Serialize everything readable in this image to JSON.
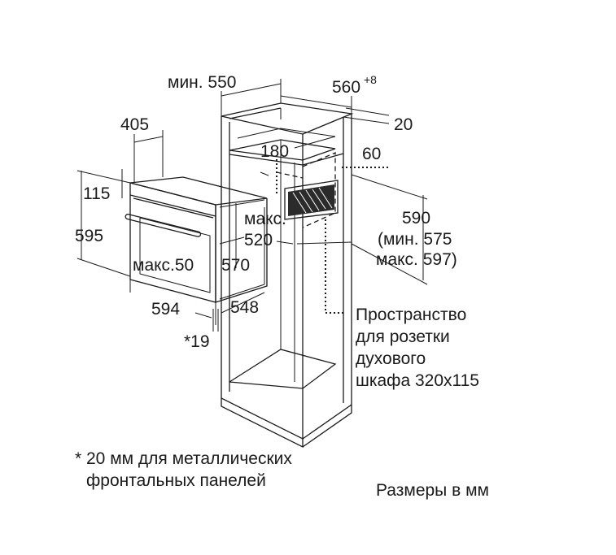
{
  "dimensions": {
    "min_550": "мин. 550",
    "w_560": "560",
    "w_560_tol": "+8",
    "d_20": "20",
    "d_405": "405",
    "d_180": "180",
    "d_60": "60",
    "d_115": "115",
    "d_595": "595",
    "max_label": "макс.",
    "d_520": "520",
    "max_50": "макс.50",
    "d_570": "570",
    "d_594": "594",
    "d_548": "548",
    "d_19": "*19",
    "h_590": "590",
    "h_590_min": "(мин. 575",
    "h_590_max": "макс. 597)"
  },
  "socket_note": {
    "lines": [
      "Пространство",
      "для розетки",
      "духового",
      "шкафа 320x115"
    ]
  },
  "footnote": {
    "lines": [
      "* 20 мм для металлических",
      "фронтальных панелей"
    ]
  },
  "units_note": "Размеры в мм"
}
